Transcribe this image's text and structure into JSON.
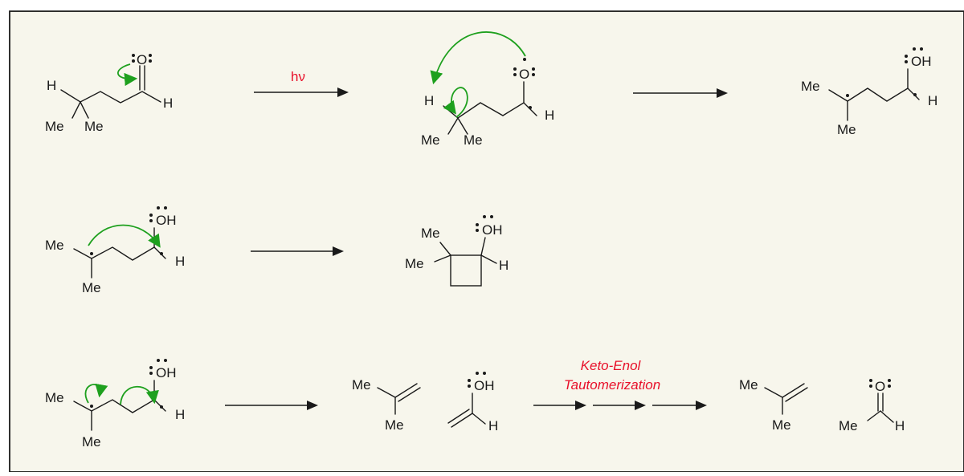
{
  "colors": {
    "background": "#f7f6ec",
    "frame": "#1a1a1a",
    "arrow_push": "#1ea01e",
    "condition_text": "#e8102a"
  },
  "labels": {
    "me": "Me",
    "h": "H",
    "o": "O",
    "oh": "OH",
    "hv": "hν",
    "keto_enol_line1": "Keto-Enol",
    "keto_enol_line2": "Tautomerization"
  }
}
